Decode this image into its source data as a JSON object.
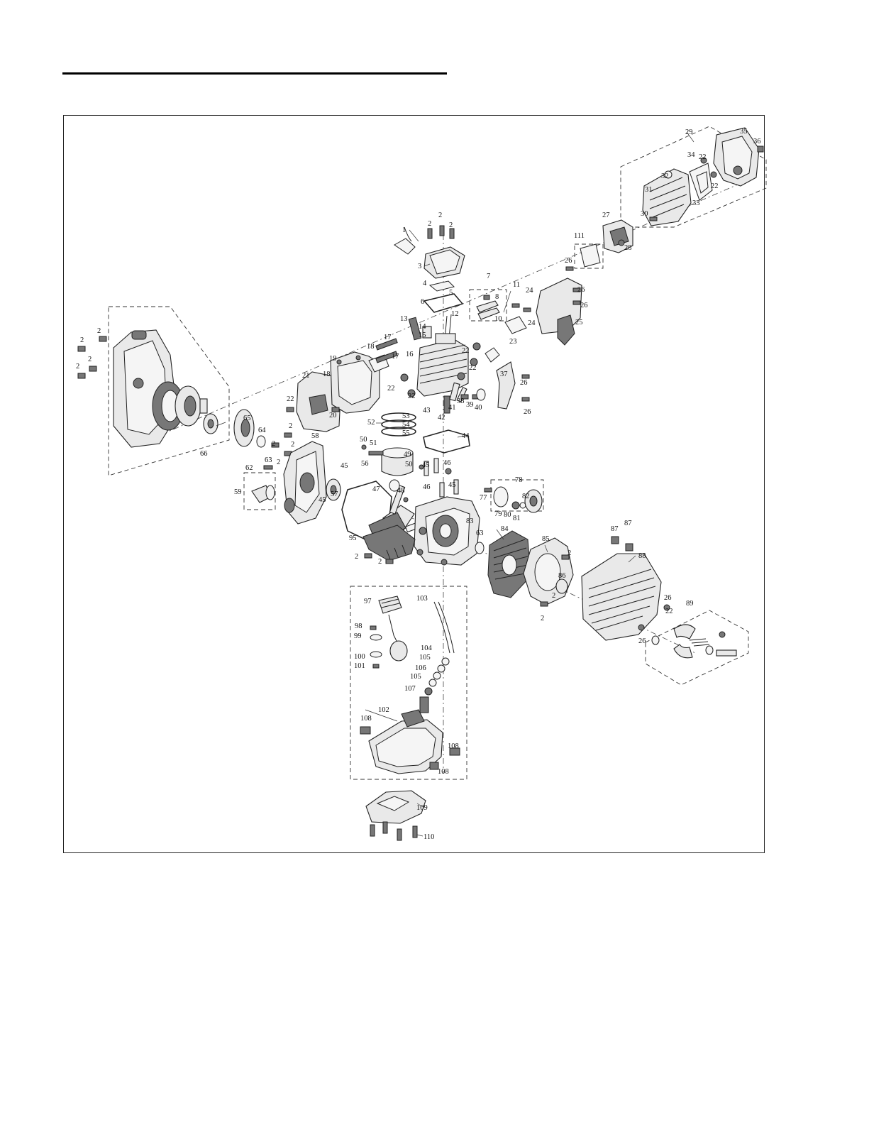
{
  "labels": {
    "l1": "1",
    "l3": "3",
    "l4": "4",
    "l5": "5",
    "l6": "6",
    "l7": "7",
    "l8": "8",
    "l10": "10",
    "l11": "11",
    "l12": "12",
    "l13": "13",
    "l14": "14",
    "l15": "15",
    "l16": "16",
    "l17a": "17",
    "l17b": "17",
    "l18a": "18",
    "l18b": "18",
    "l19": "19",
    "l20": "20",
    "l21": "21",
    "l23": "23",
    "l24a": "24",
    "l24b": "24",
    "l25": "25",
    "l27": "27",
    "l28": "28",
    "l29": "29",
    "l30": "30",
    "l31": "31",
    "l32": "32",
    "l33": "33",
    "l34": "34",
    "l35": "35",
    "l36": "36",
    "l37": "37",
    "l38": "38",
    "l39": "39",
    "l40": "40",
    "l41": "41",
    "l42": "42",
    "l43": "43",
    "l44": "44",
    "l45a": "45",
    "l45b": "45",
    "l45c": "45",
    "l45d": "45",
    "l46a": "46",
    "l46b": "46",
    "l47": "47",
    "l48": "48",
    "l49": "49",
    "l50a": "50",
    "l50b": "50",
    "l51": "51",
    "l52": "52",
    "l53": "53",
    "l54": "54",
    "l55": "55",
    "l56": "56",
    "l57": "57",
    "l58": "58",
    "l59": "59",
    "l62": "62",
    "l63a": "63",
    "l63b": "63",
    "l64": "64",
    "l65": "65",
    "l66": "66",
    "l77": "77",
    "l78": "78",
    "l79": "79",
    "l80": "80",
    "l81": "81",
    "l82": "82",
    "l83": "83",
    "l84": "84",
    "l85": "85",
    "l86": "86",
    "l87a": "87",
    "l87b": "87",
    "l88": "88",
    "l89": "89",
    "l95": "95",
    "l97": "97",
    "l98": "98",
    "l99": "99",
    "l100": "100",
    "l101": "101",
    "l102": "102",
    "l103": "103",
    "l104": "104",
    "l105a": "105",
    "l105b": "105",
    "l106": "106",
    "l107": "107",
    "l108a": "108",
    "l108b": "108",
    "l108c": "108",
    "l109": "109",
    "l110": "110",
    "l111": "111",
    "l2a": "2",
    "l2b": "2",
    "l2c": "2",
    "l2d": "2",
    "l2e": "2",
    "l2f": "2",
    "l2g": "2",
    "l2h": "2",
    "l2i": "2",
    "l2j": "2",
    "l2k": "2",
    "l2l": "2",
    "l2m": "2",
    "l2n": "2",
    "l2o": "2",
    "l2p": "2",
    "l22a": "22",
    "l22b": "22",
    "l22c": "22",
    "l22d": "22",
    "l22e": "22",
    "l22f": "22",
    "l22g": "22",
    "l22h": "22",
    "l26a": "26",
    "l26b": "26",
    "l26c": "26",
    "l26d": "26",
    "l26e": "26",
    "l26f": "26",
    "l26g": "26"
  }
}
